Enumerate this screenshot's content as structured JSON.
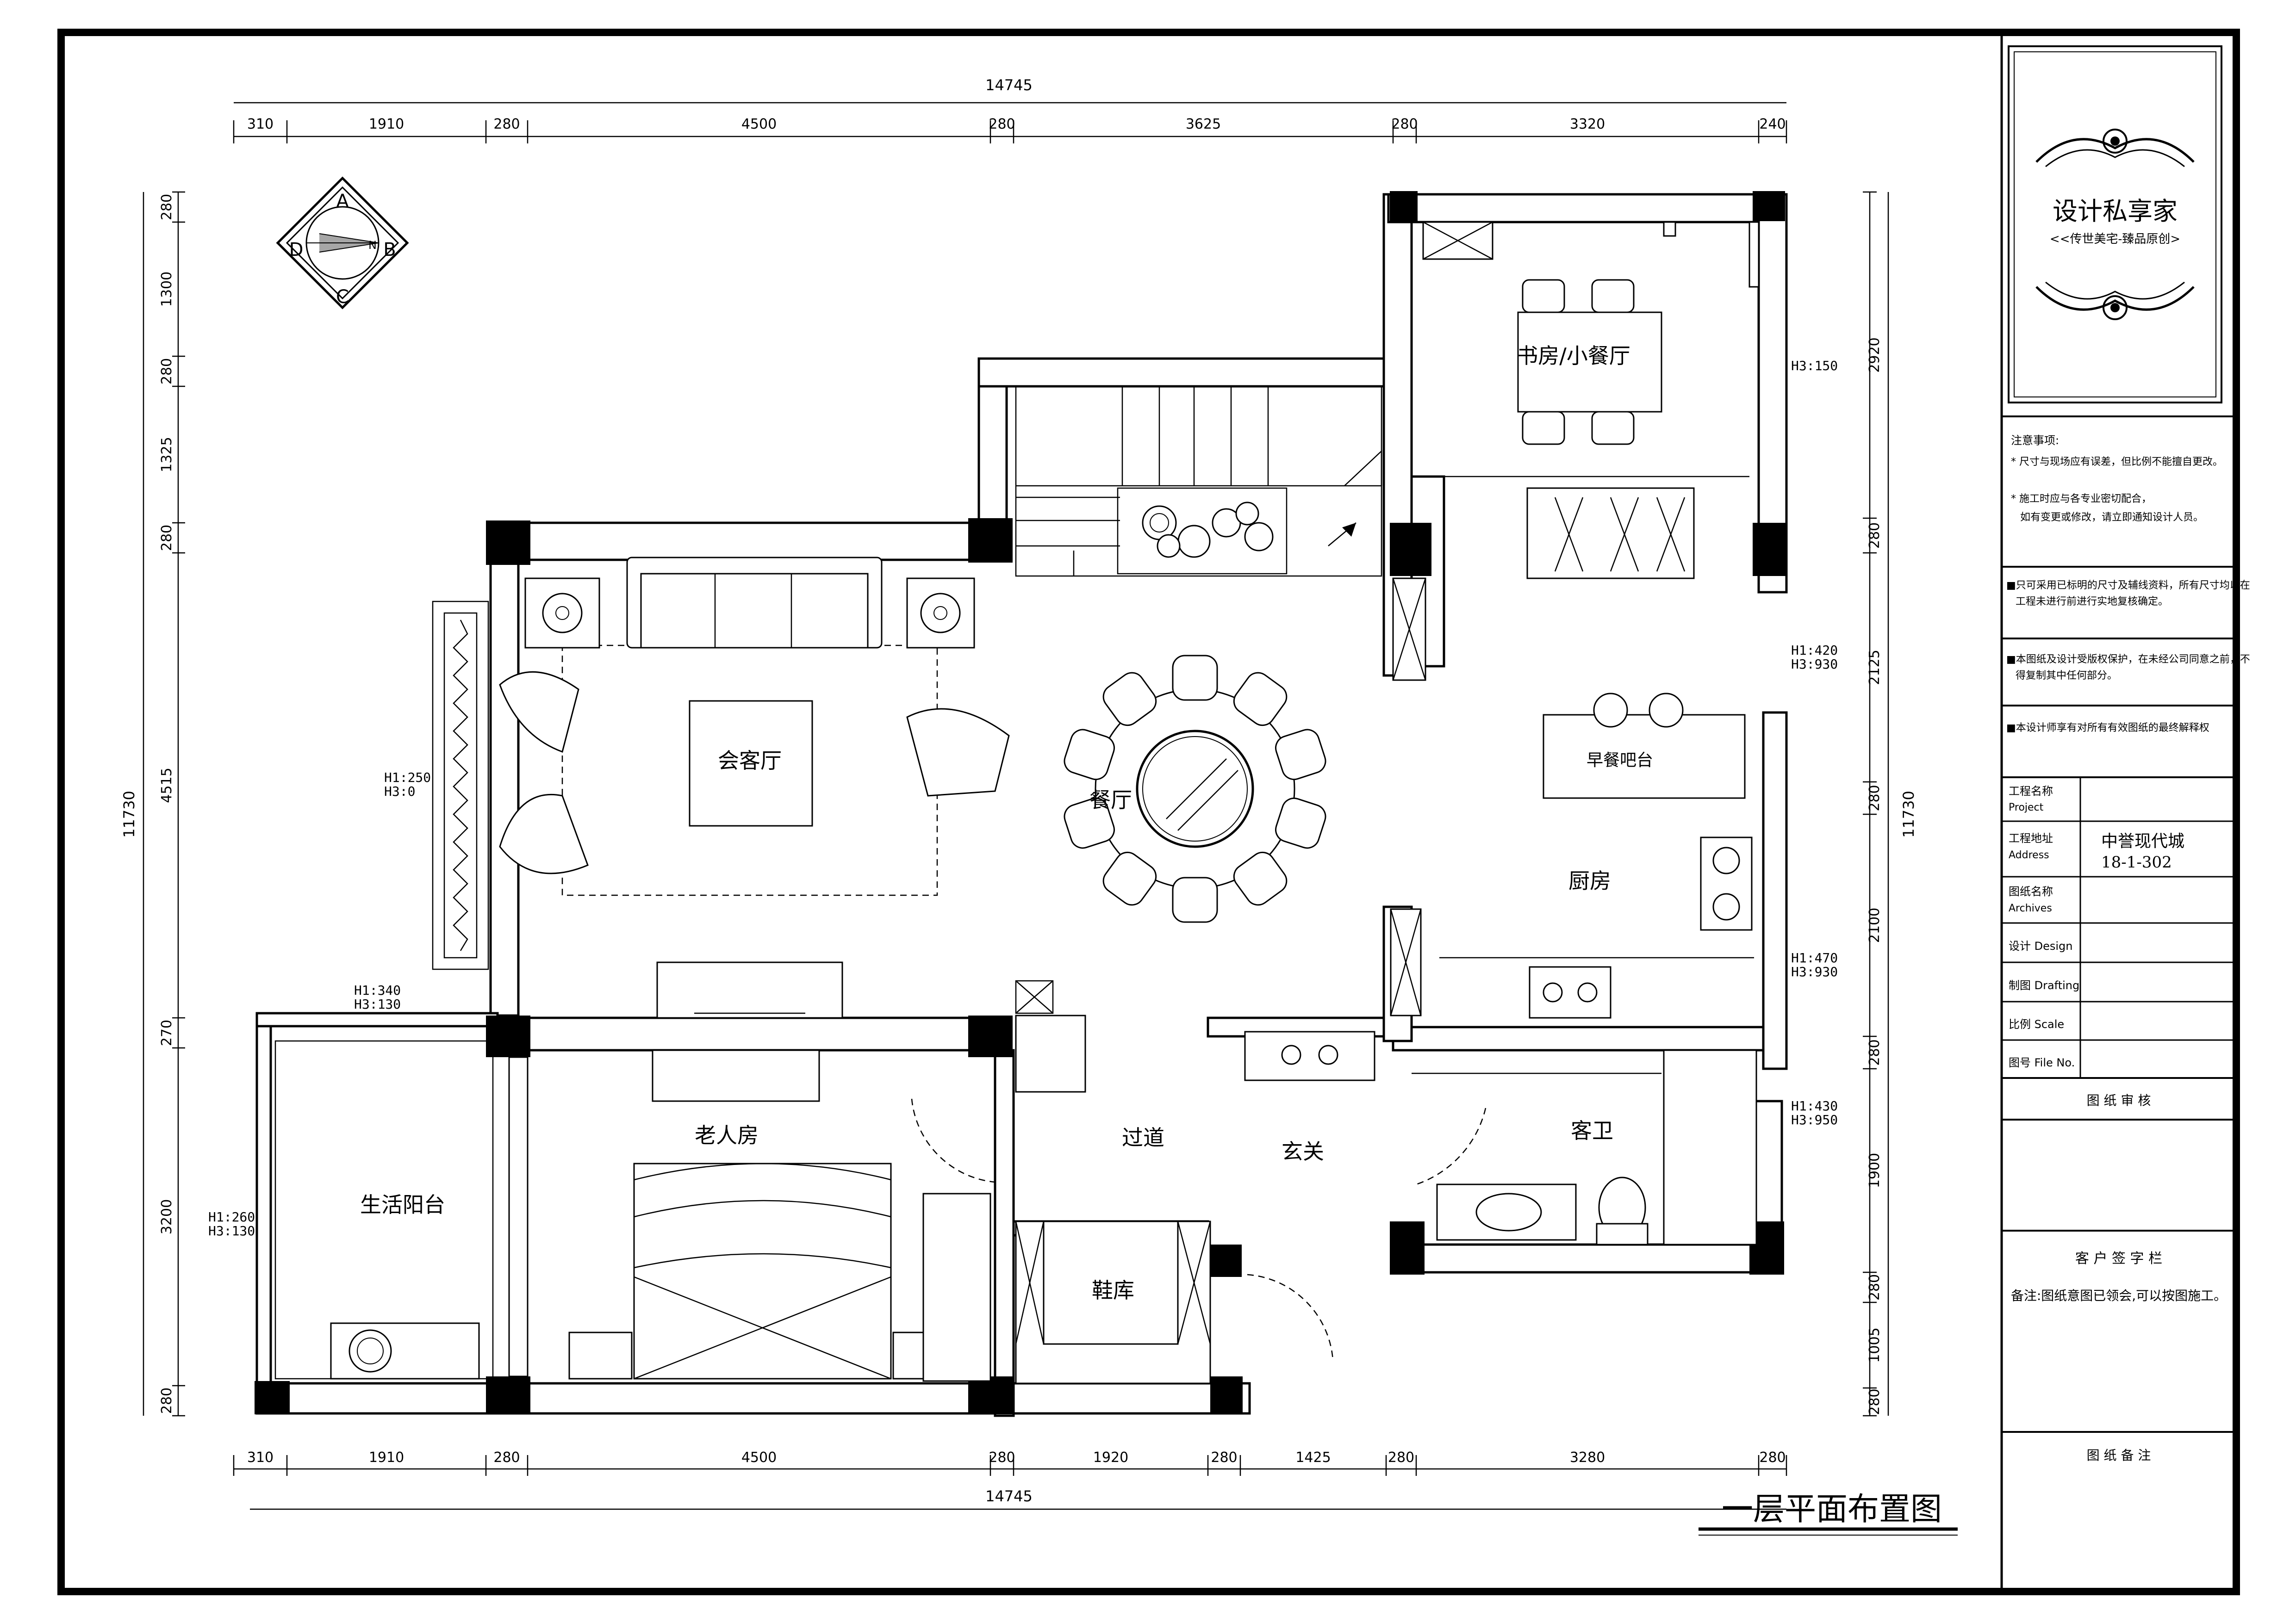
{
  "title": "一层平面布置图",
  "compass": {
    "letters": [
      "A",
      "B",
      "C",
      "D"
    ],
    "north": "N"
  },
  "dimensions": {
    "top_total": "14745",
    "top": [
      "310",
      "1910",
      "280",
      "4500",
      "280",
      "3625",
      "280",
      "3320",
      "240"
    ],
    "bottom_total": "14745",
    "bottom": [
      "310",
      "1910",
      "280",
      "4500",
      "280",
      "1920",
      "280",
      "1425",
      "280",
      "3280",
      "280"
    ],
    "left_total": "11730",
    "left": [
      "280",
      "1300",
      "280",
      "1325",
      "280",
      "4515",
      "270",
      "3200",
      "280"
    ],
    "right_total": "11730",
    "right": [
      "2920",
      "280",
      "2125",
      "280",
      "2100",
      "280",
      "1900",
      "280",
      "1005",
      "280"
    ]
  },
  "rooms": {
    "living": "会客厅",
    "dining": "餐厅",
    "study": "书房/小餐厅",
    "kitchen": "厨房",
    "breakfast_bar": "早餐吧台",
    "elder_room": "老人房",
    "corridor": "过道",
    "foyer": "玄关",
    "guest_bath": "客卫",
    "utility_balcony": "生活阳台",
    "shoe_storage": "鞋库"
  },
  "heights": {
    "living": [
      "H1:250",
      "H3:0"
    ],
    "balcony_top": [
      "H1:340",
      "H3:130"
    ],
    "balcony": [
      "H1:260",
      "H3:130"
    ],
    "study": [
      "H3:150"
    ],
    "kitchen_top": [
      "H1:420",
      "H3:930"
    ],
    "kitchen_bottom": [
      "H1:470",
      "H3:930"
    ],
    "bath": [
      "H1:430",
      "H3:950"
    ]
  },
  "title_block": {
    "brand": "设计私享家",
    "tagline": "<<传世美宅-臻品原创>",
    "notes_title": "注意事项:",
    "notes": [
      "* 尺寸与现场应有误差，但比例不能擅自更改。",
      "* 施工时应与各专业密切配合，",
      "如有变更或修改，请立即通知设计人员。"
    ],
    "bullets": [
      [
        "■只可采用已标明的尺寸及辅线资料，所有尺寸均以在",
        "工程未进行前进行实地复核确定。"
      ],
      [
        "■本图纸及设计受版权保护，在未经公司同意之前，不",
        "得复制其中任何部分。"
      ],
      [
        "■本设计师享有对所有有效图纸的最终解释权"
      ]
    ],
    "fields": [
      {
        "cn": "工程名称",
        "en": "Project",
        "value": ""
      },
      {
        "cn": "工程地址",
        "en": "Address",
        "value": "中誉现代城",
        "value2": "18-1-302"
      },
      {
        "cn": "图纸名称",
        "en": "Archives",
        "value": ""
      }
    ],
    "short_fields": [
      "设计 Design",
      "制图 Drafting",
      "比例 Scale",
      "图号 File No."
    ],
    "review": "图 纸 审 核",
    "signature": "客 户 签 字 栏",
    "remark": "备注:图纸意图已领会,可以按图施工。",
    "drawing_notes": "图 纸 备 注"
  },
  "colors": {
    "ink": "#000000",
    "paper": "#ffffff"
  }
}
